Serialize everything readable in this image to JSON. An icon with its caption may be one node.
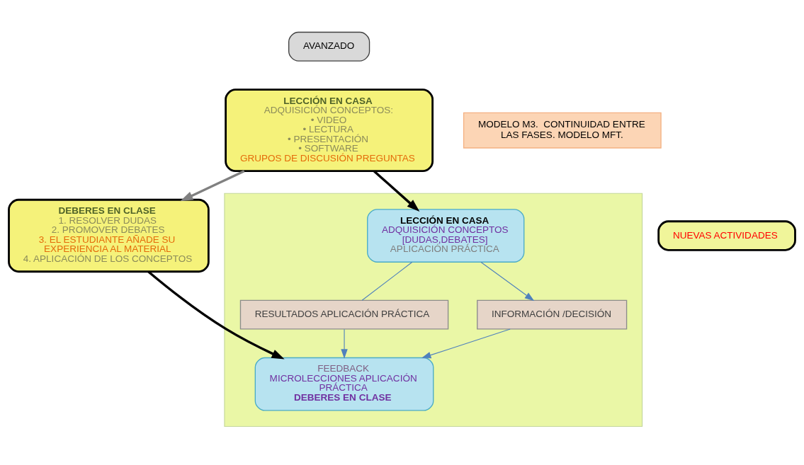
{
  "diagram": {
    "nodes": [
      {
        "text": [
          "AVANZADO"
        ]
      },
      {
        "text": [
          "LECCIÓN EN CASA",
          "ADQUISICIÓN CONCEPTOS:",
          "• VIDEO",
          "• LECTURA",
          "• PRESENTACIÓN",
          "• SOFTWARE",
          "GRUPOS DE DISCUSIÓN PREGUNTAS"
        ]
      },
      {
        "text": [
          "DEBERES EN CLASE",
          "1. RESOLVER DUDAS",
          "2. PROMOVER DEBATES",
          "3. EL ESTUDIANTE AÑADE SU EXPERIENCIA AL MATERIAL",
          "4. APLICACIÓN DE LOS CONCEPTOS"
        ]
      },
      {
        "text": [
          "MODELO M3.  CONTINUIDAD ENTRE LAS FASES. MODELO MFT."
        ]
      },
      {
        "text": [],
        "shape": "box"
      },
      {
        "text": [
          "NUEVAS ACTIVIDADES"
        ]
      },
      {
        "text": [
          "LECCIÓN EN CASA",
          "ADQUISICIÓN CONCEPTOS [DUDAS,DEBATES]",
          "APLICACIÓN PRÁCTICA"
        ],
        "in": 4
      },
      {
        "text": [
          "RESULTADOS APLICACIÓN PRÁCTICA"
        ],
        "in": 4
      },
      {
        "text": [
          "INFORMACIÓN /DECISIÓN"
        ],
        "in": 4
      },
      {
        "text": [
          "FEEDBACK",
          "MICROLECCIONES APLICACIÓN PRÁCTICA",
          "DEBERES EN CLASE"
        ],
        "in": 4
      }
    ],
    "edges": [
      {
        "from": 1,
        "to": 6,
        "arrow": "to",
        "style": "thick",
        "color": "#000000"
      },
      {
        "from": 1,
        "to": 2,
        "arrow": "to",
        "style": "thick",
        "color": "#808080"
      },
      {
        "from": 2,
        "to": 9,
        "arrow": "to",
        "style": "thick",
        "color": "#000000"
      },
      {
        "from": 6,
        "to": 7,
        "arrow": "none"
      },
      {
        "from": 7,
        "to": 9,
        "arrow": "to"
      },
      {
        "from": 6,
        "to": 8,
        "arrow": "to"
      },
      {
        "from": 8,
        "to": 9,
        "arrow": "to"
      }
    ]
  }
}
